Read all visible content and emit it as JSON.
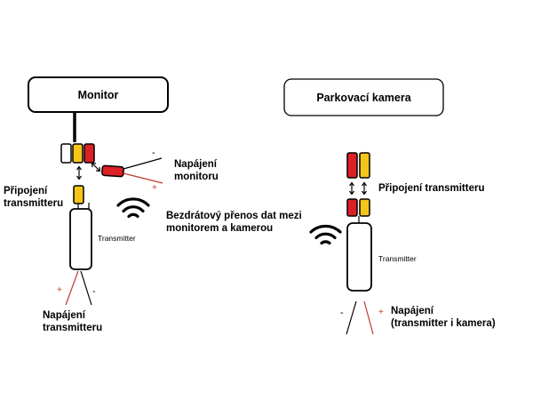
{
  "left": {
    "monitor_label": "Monitor",
    "transmitter_label": "Transmitter",
    "pripojeni_transmitteru": "Připojení\ntransmitteru",
    "napajeni_monitoru": "Napájení\nmonitoru",
    "napajeni_transmitteru": "Napájení\ntransmitteru",
    "minus": "-",
    "plus": "+"
  },
  "wireless_label": "Bezdrátový přenos dat mezi\nmonitorem a kamerou",
  "right": {
    "camera_label": "Parkovací kamera",
    "transmitter_label": "Transmitter",
    "pripojeni_transmitteru": "Připojení transmitteru",
    "napajeni": "Napájení\n(transmitter i kamera)",
    "minus": "-",
    "plus": "+"
  },
  "colors": {
    "yellow": "#f5c518",
    "red": "#dd1f26",
    "white": "#ffffff",
    "wire_red": "#c0392b",
    "outline": "#000000"
  }
}
